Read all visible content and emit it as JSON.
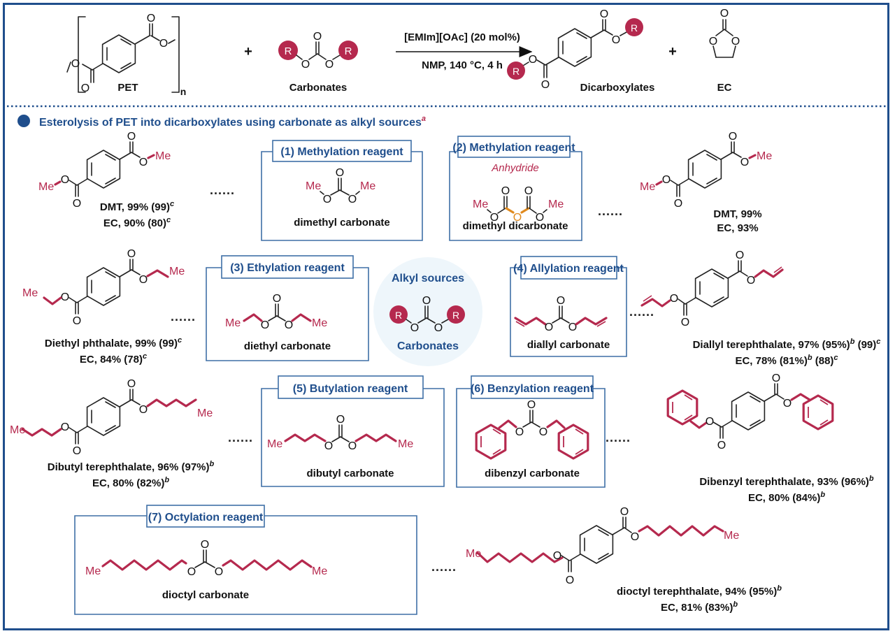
{
  "colors": {
    "frame": "#1f4e8c",
    "accent_red": "#b5294e",
    "anhydride_orange": "#e08a1e",
    "tag_text": "#1f4e8c",
    "bubble_bg": "#eef6fb"
  },
  "scheme": {
    "pet_label": "PET",
    "repeat_subscript": "n",
    "plus": "+",
    "carbonates_label": "Carbonates",
    "r_group": "R",
    "catalyst": "[EMIm][OAc] (20 mol%)",
    "conditions": "NMP, 140 °C, 4 h",
    "product_label": "Dicarboxylates",
    "ec_label": "EC"
  },
  "section": {
    "title": "Esterolysis of PET into dicarboxylates using carbonate as alkyl sources",
    "footnote_mark": "a",
    "bullet_icon": "filled-circle"
  },
  "center_bubble": {
    "title": "Alkyl sources",
    "subtitle": "Carbonates",
    "r_group": "R"
  },
  "atoms": {
    "O": "O",
    "Me": "Me"
  },
  "dots": "......",
  "reagents": [
    {
      "tag": "(1) Methylation reagent",
      "name": "dimethyl carbonate"
    },
    {
      "tag": "(2) Methylation reagent",
      "subtitle": "Anhydride",
      "name": "dimethyl dicarbonate"
    },
    {
      "tag": "(3) Ethylation reagent",
      "name": "diethyl carbonate"
    },
    {
      "tag": "(4) Allylation reagent",
      "name": "diallyl carbonate"
    },
    {
      "tag": "(5) Butylation reagent",
      "name": "dibutyl carbonate"
    },
    {
      "tag": "(6) Benzylation reagent",
      "name": "dibenzyl carbonate"
    },
    {
      "tag": "(7) Octylation reagent",
      "name": "dioctyl carbonate"
    }
  ],
  "products": [
    {
      "line1": "DMT, 99% (99)",
      "line1_sup": "c",
      "line2": "EC, 90% (80)",
      "line2_sup": "c"
    },
    {
      "line1": "DMT, 99%",
      "line1_sup": "",
      "line2": "EC, 93%",
      "line2_sup": ""
    },
    {
      "line1": "Diethyl phthalate, 99% (99)",
      "line1_sup": "c",
      "line2": "EC, 84% (78)",
      "line2_sup": "c"
    },
    {
      "line1a": "Diallyl terephthalate, 97% (95%)",
      "line1a_sup": "b",
      "line1b": " (99)",
      "line1b_sup": "c",
      "line2a": "EC, 78% (81%)",
      "line2a_sup": "b",
      "line2b": " (88)",
      "line2b_sup": "c"
    },
    {
      "line1": "Dibutyl terephthalate, 96% (97%)",
      "line1_sup": "b",
      "line2": "EC, 80% (82%)",
      "line2_sup": "b"
    },
    {
      "line1": "Dibenzyl terephthalate, 93% (96%)",
      "line1_sup": "b",
      "line2": "EC, 80% (84%)",
      "line2_sup": "b"
    },
    {
      "line1": "dioctyl terephthalate, 94% (95%)",
      "line1_sup": "b",
      "line2": "EC, 81% (83%)",
      "line2_sup": "b"
    }
  ]
}
